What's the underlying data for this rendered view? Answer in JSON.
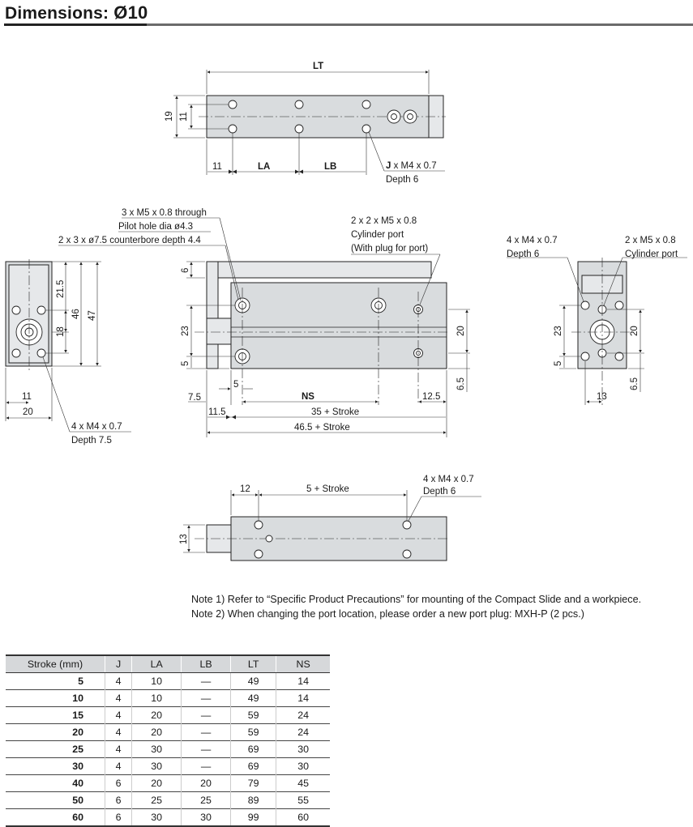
{
  "title": {
    "prefix": "Dimensions: ",
    "symbol": "Ø10"
  },
  "top_view": {
    "lt": "LT",
    "h19": "19",
    "h11": "11",
    "d11": "11",
    "la": "LA",
    "lb": "LB",
    "callout_bold": "J",
    "callout": " x M4 x 0.7",
    "depth": "Depth 6"
  },
  "left_view": {
    "d215": "21.5",
    "d46": "46",
    "d47": "47",
    "d18": "18",
    "d11": "11",
    "d20": "20",
    "callout": "4 x M4 x 0.7",
    "depth": "Depth 7.5"
  },
  "front_view": {
    "through": "3 x M5 x 0.8 through",
    "pilot": "Pilot hole dia ø4.3",
    "counterbore": "2 x 3 x ø7.5 counterbore depth 4.4",
    "port1": "2 x 2 x M5 x 0.8",
    "port2": "Cylinder port",
    "port3": "(With plug for port)",
    "d6": "6",
    "d23": "23",
    "d5": "5",
    "d5b": "5",
    "d75": "7.5",
    "ns": "NS",
    "d125": "12.5",
    "d115": "11.5",
    "s35": "35 + Stroke",
    "s465": "46.5 + Stroke",
    "d20": "20",
    "d65": "6.5"
  },
  "right_view": {
    "callout": "4 x M4 x 0.7",
    "depth": "Depth 6",
    "port": "2 x M5 x 0.8",
    "port2": "Cylinder port",
    "d23": "23",
    "d5": "5",
    "d20": "20",
    "d65": "6.5",
    "d13": "13"
  },
  "bottom_view": {
    "d12": "12",
    "s5": "5 + Stroke",
    "callout": "4 x M4 x 0.7",
    "depth": "Depth 6",
    "d13": "13"
  },
  "notes": [
    "Note 1) Refer to “Specific Product Precautions” for mounting of the Compact Slide and a workpiece.",
    "Note 2) When changing the port location, please order a new port plug: MXH-P (2 pcs.)"
  ],
  "table": {
    "headers": [
      "Stroke (mm)",
      "J",
      "LA",
      "LB",
      "LT",
      "NS"
    ],
    "rows": [
      [
        "5",
        "4",
        "10",
        "—",
        "49",
        "14"
      ],
      [
        "10",
        "4",
        "10",
        "—",
        "49",
        "14"
      ],
      [
        "15",
        "4",
        "20",
        "—",
        "59",
        "24"
      ],
      [
        "20",
        "4",
        "20",
        "—",
        "59",
        "24"
      ],
      [
        "25",
        "4",
        "30",
        "—",
        "69",
        "30"
      ],
      [
        "30",
        "4",
        "30",
        "—",
        "69",
        "30"
      ],
      [
        "40",
        "6",
        "20",
        "20",
        "79",
        "45"
      ],
      [
        "50",
        "6",
        "25",
        "25",
        "89",
        "55"
      ],
      [
        "60",
        "6",
        "30",
        "30",
        "99",
        "60"
      ]
    ]
  }
}
